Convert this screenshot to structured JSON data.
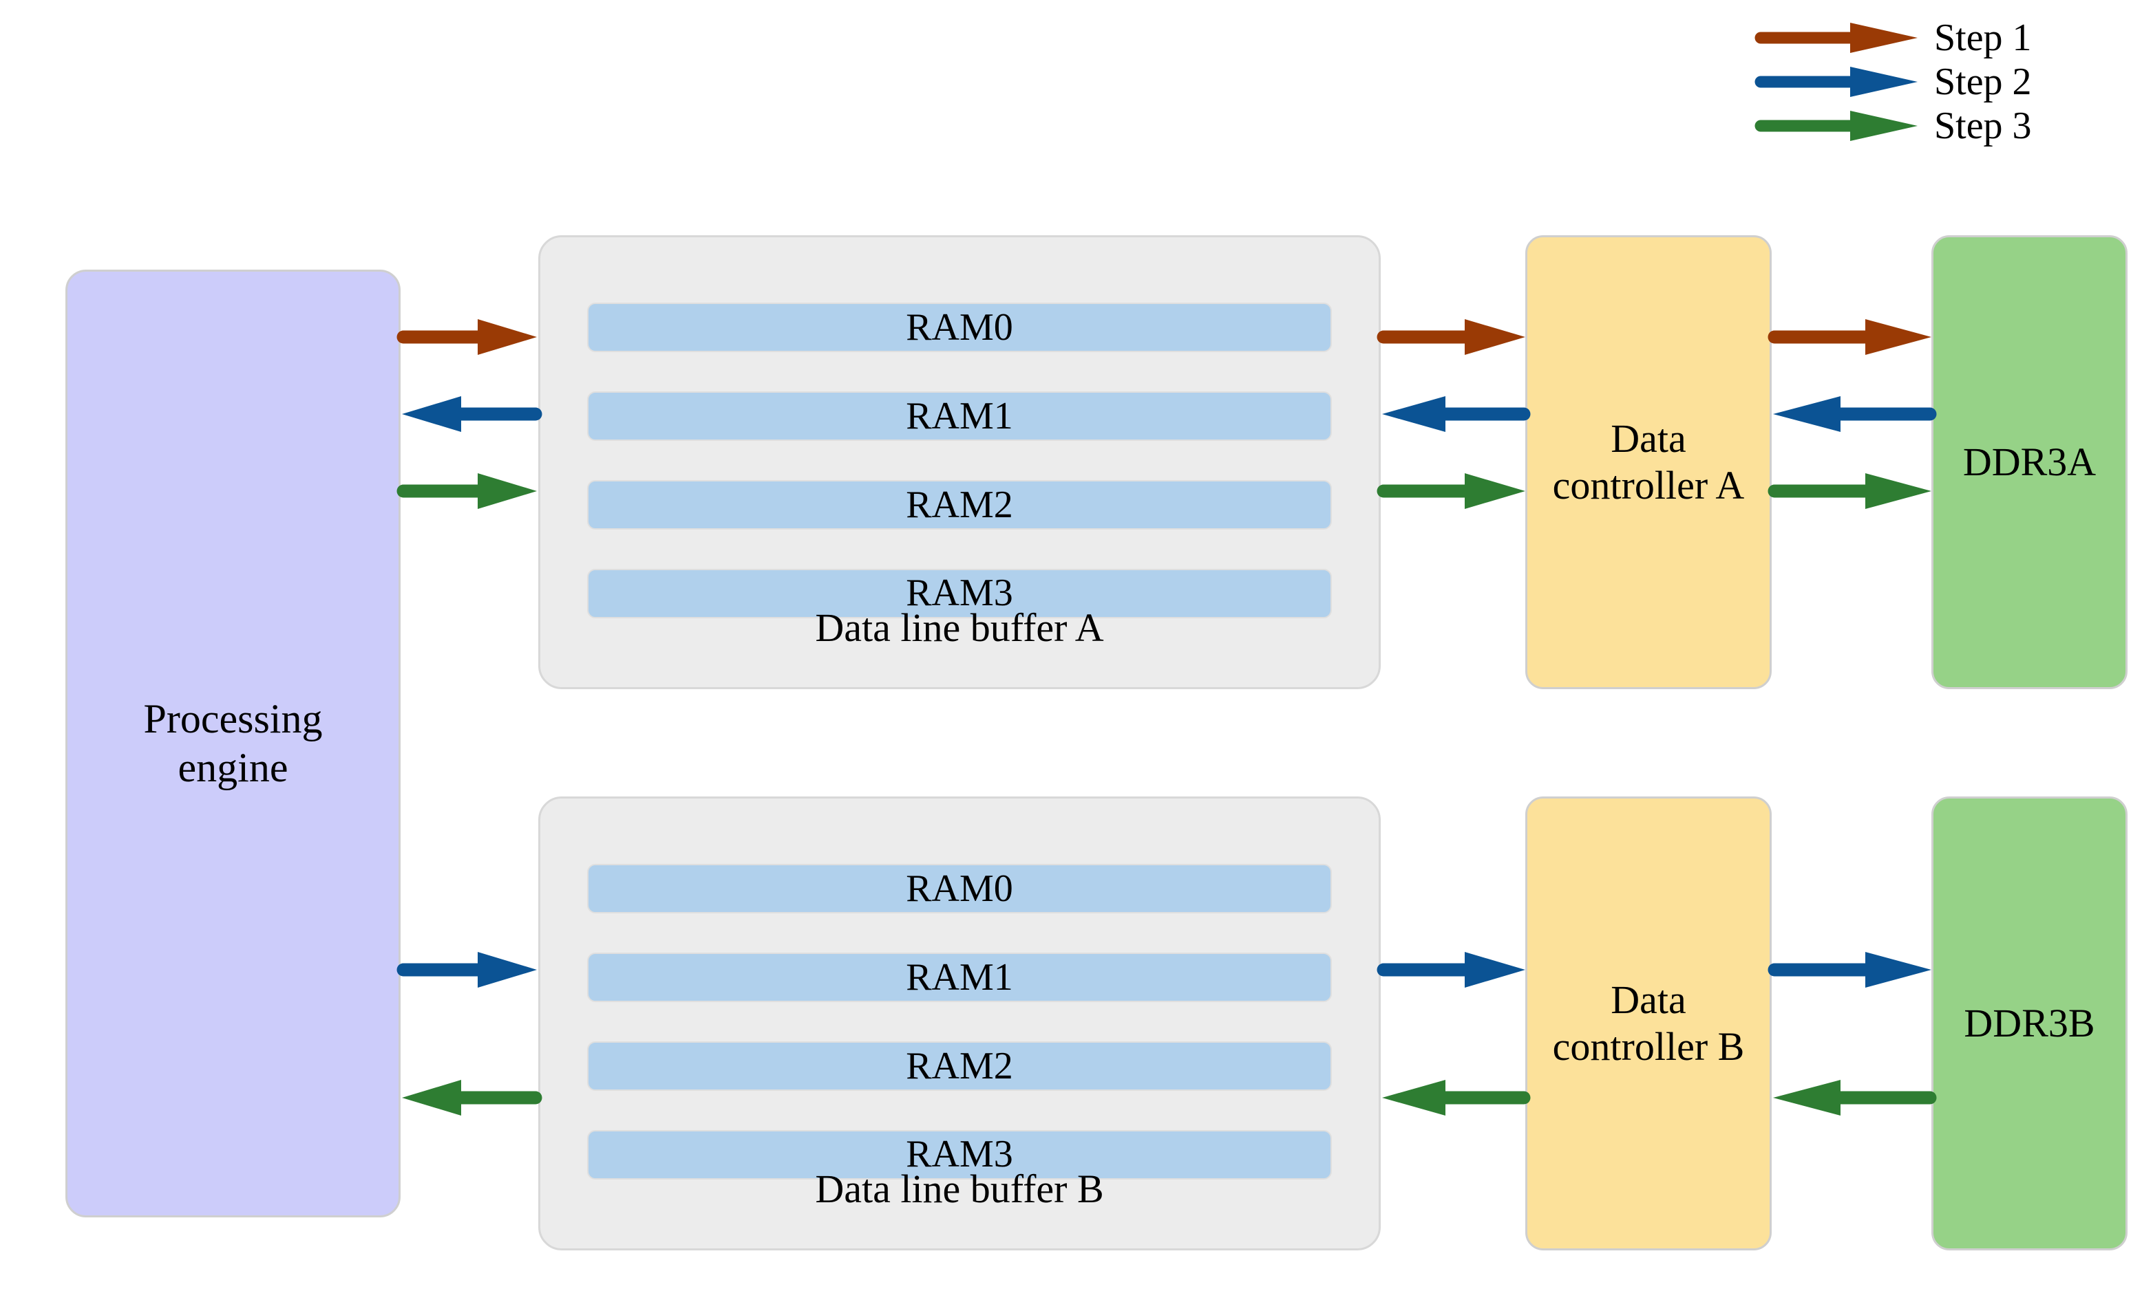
{
  "legend": {
    "items": [
      {
        "label": "Step 1",
        "color": "#9a3a05",
        "icon": "arrow-right-icon"
      },
      {
        "label": "Step 2",
        "color": "#0b5394",
        "icon": "arrow-right-icon"
      },
      {
        "label": "Step 3",
        "color": "#2e7d32",
        "icon": "arrow-right-icon"
      }
    ]
  },
  "colors": {
    "step1": "#9a3a05",
    "step2": "#0b5394",
    "step3": "#2e7d32",
    "processing_engine_fill": "#ccccfa",
    "buffer_fill": "#ececec",
    "ram_fill": "#b0d0ec",
    "controller_fill": "#fce19a",
    "ddr_fill": "#96d287",
    "block_border": "#cfcfcf"
  },
  "blocks": {
    "processing_engine": {
      "label": "Processing\nengine"
    },
    "buffer_a": {
      "title": "Data line buffer A",
      "rams": [
        "RAM0",
        "RAM1",
        "RAM2",
        "RAM3"
      ]
    },
    "buffer_b": {
      "title": "Data line buffer B",
      "rams": [
        "RAM0",
        "RAM1",
        "RAM2",
        "RAM3"
      ]
    },
    "controller_a": {
      "label": "Data\ncontroller A"
    },
    "controller_b": {
      "label": "Data\ncontroller B"
    },
    "ddr3a": {
      "label": "DDR3A"
    },
    "ddr3b": {
      "label": "DDR3B"
    }
  },
  "connections": [
    {
      "id": "pe-to-buffer-a",
      "from": "processing_engine",
      "to": "buffer_a",
      "step": "Step 1",
      "direction": "right",
      "color": "#9a3a05"
    },
    {
      "id": "buffer-a-to-pe",
      "from": "buffer_a",
      "to": "processing_engine",
      "step": "Step 2",
      "direction": "left",
      "color": "#0b5394"
    },
    {
      "id": "pe-to-buffer-a-step3",
      "from": "processing_engine",
      "to": "buffer_a",
      "step": "Step 3",
      "direction": "right",
      "color": "#2e7d32"
    },
    {
      "id": "buffer-a-to-ctrl-a",
      "from": "buffer_a",
      "to": "controller_a",
      "step": "Step 1",
      "direction": "right",
      "color": "#9a3a05"
    },
    {
      "id": "ctrl-a-to-buffer-a",
      "from": "controller_a",
      "to": "buffer_a",
      "step": "Step 2",
      "direction": "left",
      "color": "#0b5394"
    },
    {
      "id": "buffer-a-to-ctrl-a-s3",
      "from": "buffer_a",
      "to": "controller_a",
      "step": "Step 3",
      "direction": "right",
      "color": "#2e7d32"
    },
    {
      "id": "ctrl-a-to-ddr3a",
      "from": "controller_a",
      "to": "ddr3a",
      "step": "Step 1",
      "direction": "right",
      "color": "#9a3a05"
    },
    {
      "id": "ddr3a-to-ctrl-a",
      "from": "ddr3a",
      "to": "controller_a",
      "step": "Step 2",
      "direction": "left",
      "color": "#0b5394"
    },
    {
      "id": "ctrl-a-to-ddr3a-s3",
      "from": "controller_a",
      "to": "ddr3a",
      "step": "Step 3",
      "direction": "right",
      "color": "#2e7d32"
    },
    {
      "id": "pe-to-buffer-b",
      "from": "processing_engine",
      "to": "buffer_b",
      "step": "Step 2",
      "direction": "right",
      "color": "#0b5394"
    },
    {
      "id": "buffer-b-to-pe",
      "from": "buffer_b",
      "to": "processing_engine",
      "step": "Step 3",
      "direction": "left",
      "color": "#2e7d32"
    },
    {
      "id": "buffer-b-to-ctrl-b",
      "from": "buffer_b",
      "to": "controller_b",
      "step": "Step 2",
      "direction": "right",
      "color": "#0b5394"
    },
    {
      "id": "ctrl-b-to-buffer-b",
      "from": "controller_b",
      "to": "buffer_b",
      "step": "Step 3",
      "direction": "left",
      "color": "#2e7d32"
    },
    {
      "id": "ctrl-b-to-ddr3b",
      "from": "controller_b",
      "to": "ddr3b",
      "step": "Step 2",
      "direction": "right",
      "color": "#0b5394"
    },
    {
      "id": "ddr3b-to-ctrl-b",
      "from": "ddr3b",
      "to": "controller_b",
      "step": "Step 3",
      "direction": "left",
      "color": "#2e7d32"
    }
  ]
}
